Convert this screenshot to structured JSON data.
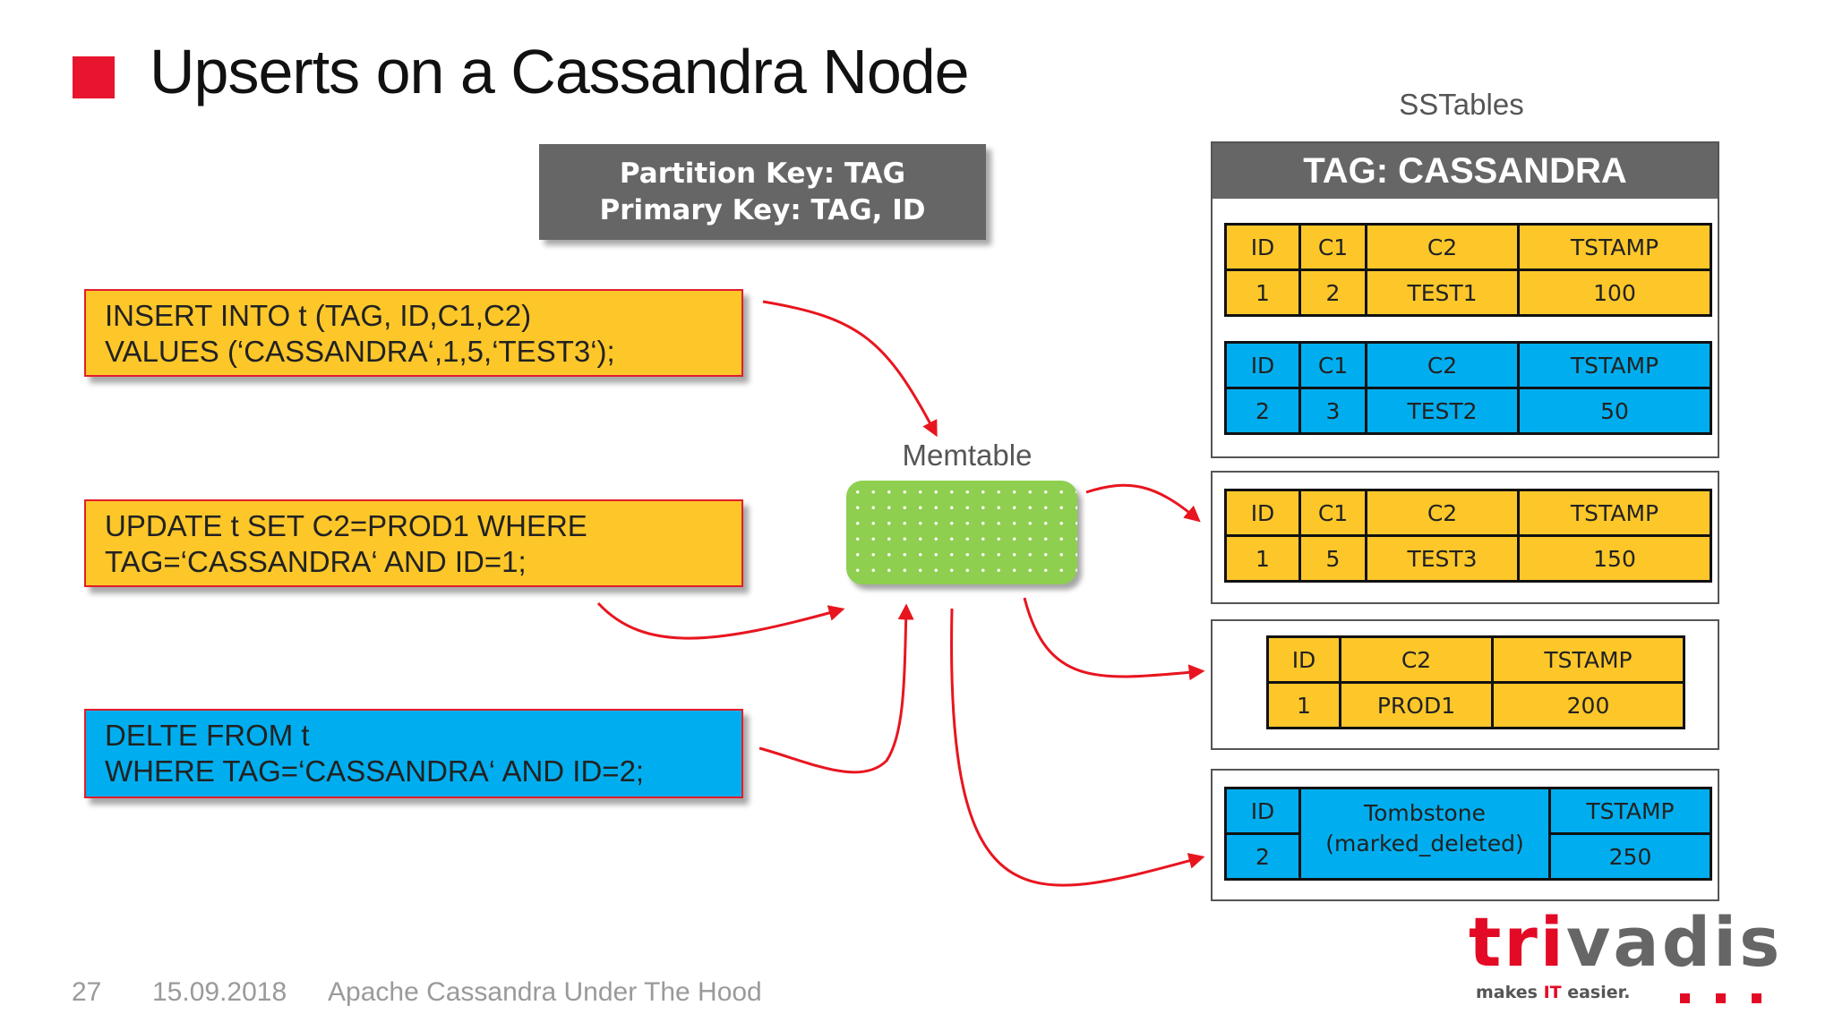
{
  "title": "Upserts on a Cassandra Node",
  "keys": {
    "partition_key": "Partition Key: TAG",
    "primary_key": "Primary Key: TAG, ID"
  },
  "statements": {
    "insert": {
      "line1": "INSERT INTO t (TAG, ID,C1,C2)",
      "line2": "VALUES (‘CASSANDRA‘,1,5,‘TEST3‘);"
    },
    "update": {
      "line1": "UPDATE t SET C2=PROD1 WHERE",
      "line2": "TAG=‘CASSANDRA‘ AND ID=1;"
    },
    "delete": {
      "line1": "DELTE FROM t",
      "line2": "WHERE TAG=‘CASSANDRA‘ AND ID=2;"
    }
  },
  "memtable": {
    "label": "Memtable"
  },
  "sstables": {
    "label": "SSTables",
    "partition_header": "TAG: CASSANDRA",
    "tables": [
      {
        "color": "yellow",
        "headers": [
          "ID",
          "C1",
          "C2",
          "TSTAMP"
        ],
        "row": [
          "1",
          "2",
          "TEST1",
          "100"
        ]
      },
      {
        "color": "blue",
        "headers": [
          "ID",
          "C1",
          "C2",
          "TSTAMP"
        ],
        "row": [
          "2",
          "3",
          "TEST2",
          "50"
        ]
      },
      {
        "color": "yellow",
        "headers": [
          "ID",
          "C1",
          "C2",
          "TSTAMP"
        ],
        "row": [
          "1",
          "5",
          "TEST3",
          "150"
        ]
      },
      {
        "color": "yellow",
        "headers": [
          "ID",
          "C2",
          "TSTAMP"
        ],
        "row": [
          "1",
          "PROD1",
          "200"
        ]
      },
      {
        "color": "blue",
        "headers": [
          "ID",
          "TSTAMP"
        ],
        "row": [
          "2",
          "250"
        ],
        "tombstone": "Tombstone",
        "tombstone_note": "(marked_deleted)"
      }
    ]
  },
  "colors": {
    "accent_red": "#e8152f",
    "yellow": "#fdc72a",
    "blue": "#00aeef",
    "memtable_green": "#8ecf4f",
    "header_gray": "#666666"
  },
  "footer": {
    "page": "27",
    "date": "15.09.2018",
    "presentation": "Apache Cassandra Under The Hood"
  },
  "logo": {
    "tri": "tri",
    "vadis": "vadis",
    "tagline_pre": "makes ",
    "tagline_it": "IT",
    "tagline_post": " easier."
  }
}
